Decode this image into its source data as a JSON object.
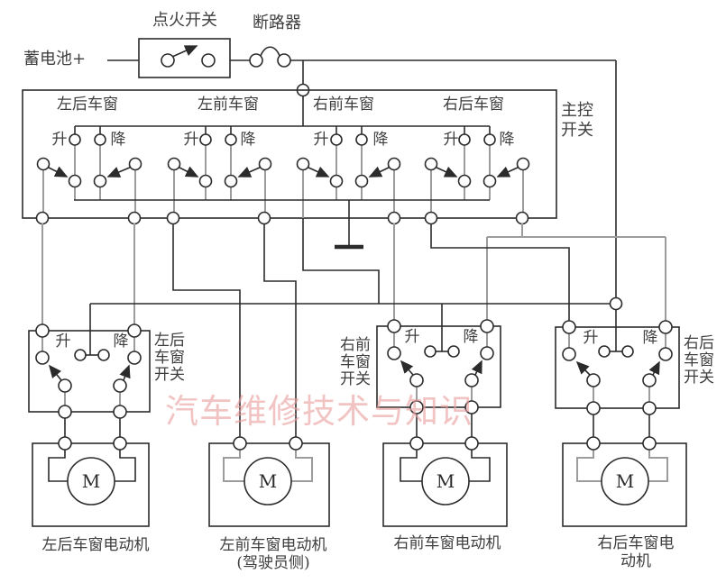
{
  "top": {
    "battery_label": "蓄电池+",
    "ignition_label": "点火开关",
    "breaker_label": "断路器"
  },
  "master_switch": {
    "label": "主控\n开关",
    "groups": [
      {
        "name": "左后车窗",
        "up": "升",
        "down": "降"
      },
      {
        "name": "左前车窗",
        "up": "升",
        "down": "降"
      },
      {
        "name": "右前车窗",
        "up": "升",
        "down": "降"
      },
      {
        "name": "右后车窗",
        "up": "升",
        "down": "降"
      }
    ]
  },
  "window_switches": [
    {
      "label": "左后\n车窗\n开关",
      "up": "升",
      "down": "降"
    },
    {
      "label": "右前\n车窗\n开关",
      "up": "升",
      "down": "降"
    },
    {
      "label": "右后\n车窗\n开关",
      "up": "升",
      "down": "降"
    }
  ],
  "motors": [
    {
      "label": "左后车窗电动机",
      "symbol": "M"
    },
    {
      "label": "左前车窗电动机\n(驾驶员侧)",
      "symbol": "M"
    },
    {
      "label": "右前车窗电动机",
      "symbol": "M"
    },
    {
      "label": "右后车窗电动机",
      "symbol": "M"
    }
  ],
  "watermark": {
    "text": "汽车维修技术与知识"
  },
  "colors": {
    "wire": "#2b2b2b",
    "wire_gray": "#9c9c9c",
    "watermark": "#ea9f9f",
    "text": "#3e3e3e",
    "background": "#ffffff"
  }
}
